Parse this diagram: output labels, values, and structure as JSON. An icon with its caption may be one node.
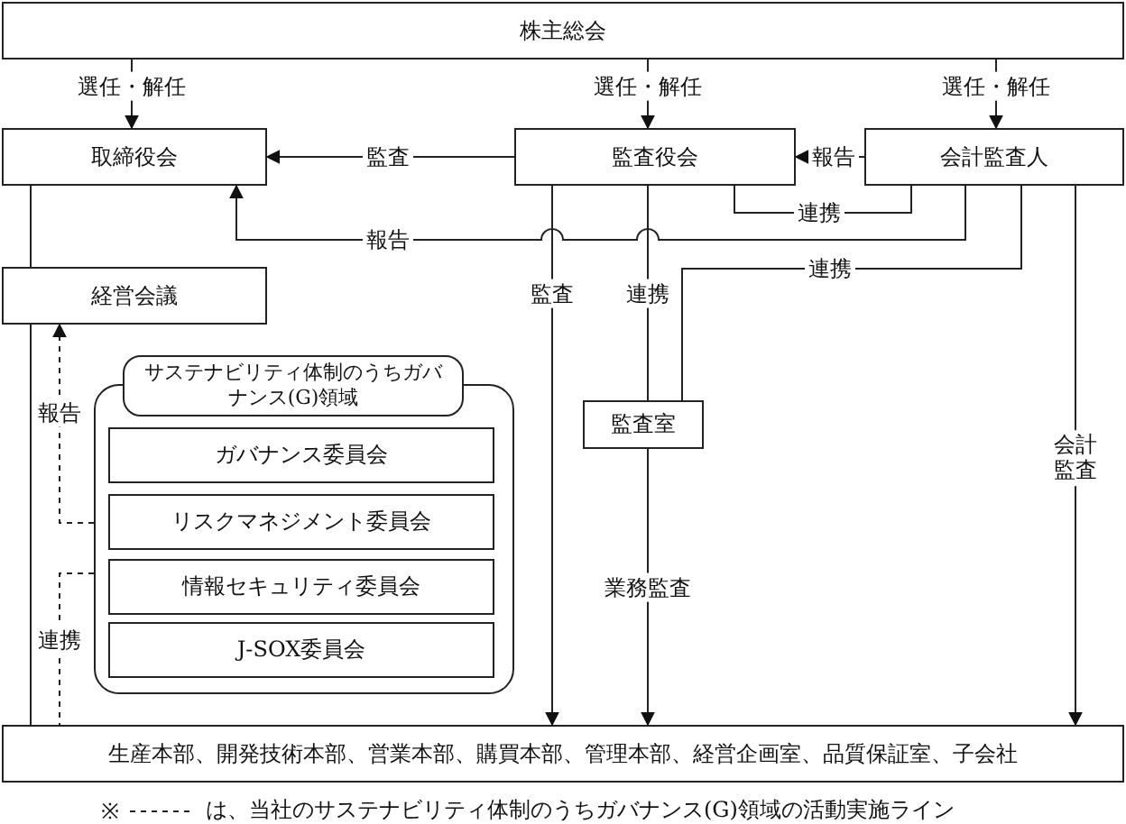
{
  "diagram": {
    "nodes": [
      {
        "text": [
          "株主総会"
        ]
      },
      {
        "text": [
          "取締役会"
        ]
      },
      {
        "text": [
          "監査役会"
        ]
      },
      {
        "text": [
          "会計監査人"
        ]
      },
      {
        "text": [
          "経営会議"
        ]
      },
      {
        "text": [],
        "shape": "box"
      },
      {
        "text": [
          "サステナビリティ体制のうちガバナンス(G)領域"
        ],
        "in": 5
      },
      {
        "text": [
          "ガバナンス委員会"
        ],
        "in": 5
      },
      {
        "text": [
          "リスクマネジメント委員会"
        ],
        "in": 5
      },
      {
        "text": [
          "情報セキュリティ委員会"
        ],
        "in": 5
      },
      {
        "text": [
          "J-SOX委員会"
        ],
        "in": 5
      },
      {
        "text": [
          "監査室"
        ]
      },
      {
        "text": [
          "生産本部、開発技術本部、営業本部、購買本部、管理本部、経営企画室、品質保証室、子会社"
        ]
      }
    ],
    "edges": [
      {
        "from": 0,
        "to": 1,
        "arrow": "to",
        "label": "選任・解任"
      },
      {
        "from": 0,
        "to": 2,
        "arrow": "to",
        "label": "選任・解任"
      },
      {
        "from": 0,
        "to": 3,
        "arrow": "to",
        "label": "選任・解任"
      },
      {
        "from": 2,
        "to": 1,
        "arrow": "to",
        "label": "監査"
      },
      {
        "from": 3,
        "to": 2,
        "arrow": "to",
        "label": "報告"
      },
      {
        "from": 2,
        "to": 3,
        "arrow": "none",
        "label": "連携"
      },
      {
        "from": 3,
        "to": 1,
        "arrow": "to",
        "label": "報告"
      },
      {
        "from": 3,
        "to": 11,
        "arrow": "none",
        "label": "連携"
      },
      {
        "from": 2,
        "to": 12,
        "arrow": "to",
        "label": "監査"
      },
      {
        "from": 2,
        "to": 11,
        "arrow": "none",
        "label": "連携"
      },
      {
        "from": 11,
        "to": 12,
        "arrow": "to",
        "label": "業務監査"
      },
      {
        "from": 3,
        "to": 12,
        "arrow": "to",
        "label": "会計監査"
      },
      {
        "from": 1,
        "to": 4,
        "arrow": "none"
      },
      {
        "from": 4,
        "to": 12,
        "arrow": "none"
      },
      {
        "from": 5,
        "to": 4,
        "arrow": "to",
        "label": "報告",
        "style": "dashed"
      },
      {
        "from": 5,
        "to": 12,
        "arrow": "none",
        "label": "連携",
        "style": "dashed"
      }
    ],
    "labels": [
      "※"
    ],
    "legend": [
      {
        "text": "は、当社のサステナビリティ体制のうちガバナンス(G)領域の活動実施ライン"
      }
    ]
  }
}
